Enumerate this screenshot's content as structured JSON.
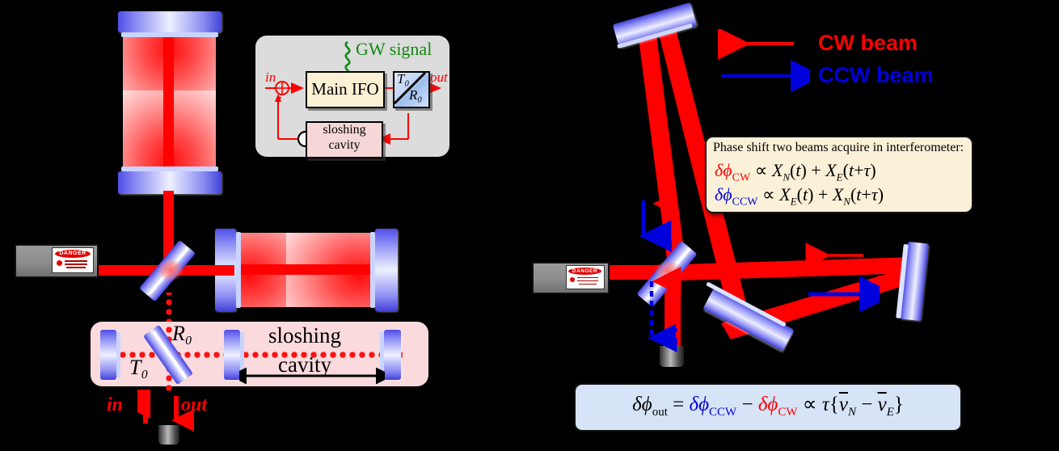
{
  "figure": {
    "left_panel": {
      "name": "sloshing-cavity-speed-meter",
      "block_diagram": {
        "gw_label": "GW signal",
        "in_label": "in",
        "out_label": "out",
        "main_ifo_label": "Main IFO",
        "bs_top_label": "T₀",
        "bs_bottom_label": "R₀",
        "sloshing_line1": "sloshing",
        "sloshing_line2": "cavity"
      },
      "cavity_labels": {
        "r0": "R₀",
        "t0": "T₀",
        "sloshing_line1": "sloshing",
        "sloshing_line2": "cavity",
        "in": "in",
        "out": "out"
      }
    },
    "right_panel": {
      "name": "sagnac-speed-meter",
      "legend": [
        {
          "label": "CW beam",
          "color": "#ff0000",
          "direction": "left"
        },
        {
          "label": "CCW beam",
          "color": "#0000dd",
          "direction": "right"
        }
      ],
      "note": {
        "title": "Phase shift two beams acquire in interferometer:",
        "eq_cw": {
          "lhs": "δϕ",
          "lhs_sub": "CW",
          "rhs": "∝ X_N(t) + X_E(t+τ)",
          "color": "#ff0000"
        },
        "eq_ccw": {
          "lhs": "δϕ",
          "lhs_sub": "CCW",
          "rhs": "∝ X_E(t) + X_N(t+τ)",
          "color": "#0000dd"
        }
      },
      "result": {
        "lhs": "δϕ",
        "lhs_sub": "out",
        "eq": "=",
        "term1": "δϕ",
        "term1_sub": "CCW",
        "minus": "−",
        "term2": "δϕ",
        "term2_sub": "CW",
        "prop": "∝",
        "tail": "τ{v̄_N − v̄_E}"
      }
    },
    "colors": {
      "cw": "#ff0000",
      "ccw": "#0000dd",
      "gw": "#118811",
      "note_cream": "#fbf1d8",
      "note_blue": "#d7e4f8",
      "cavity_band": "#fadadd",
      "block_panel": "#dcdcdc"
    }
  }
}
